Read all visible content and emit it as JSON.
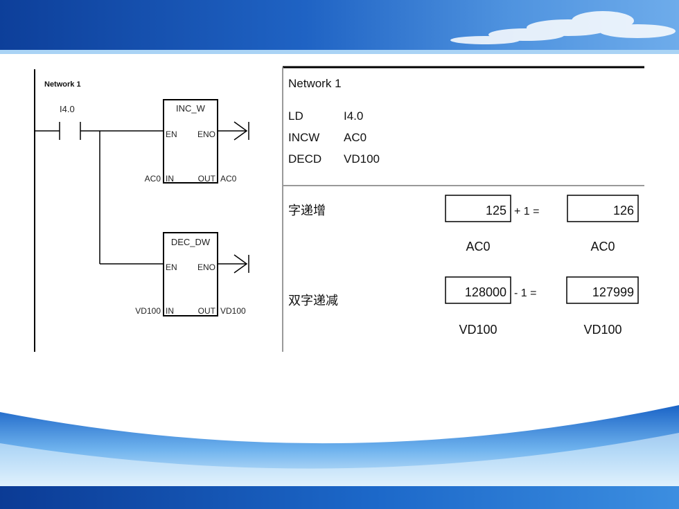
{
  "ladder": {
    "network_label": "Network 1",
    "contact_label": "I4.0",
    "box1": {
      "title": "INC_W",
      "en": "EN",
      "eno": "ENO",
      "in": "IN",
      "out": "OUT",
      "in_operand": "AC0",
      "out_operand": "AC0"
    },
    "box2": {
      "title": "DEC_DW",
      "en": "EN",
      "eno": "ENO",
      "in": "IN",
      "out": "OUT",
      "in_operand": "VD100",
      "out_operand": "VD100"
    }
  },
  "stl": {
    "network_label": "Network 1",
    "lines": [
      {
        "op": "LD",
        "arg": "I4.0"
      },
      {
        "op": "INCW",
        "arg": "AC0"
      },
      {
        "op": "DECD",
        "arg": "VD100"
      }
    ]
  },
  "examples": [
    {
      "label": "字递增",
      "input": "125",
      "operator": "+ 1 =",
      "result": "126",
      "input_reg": "AC0",
      "result_reg": "AC0"
    },
    {
      "label": "双字递减",
      "input": "128000",
      "operator": "- 1 =",
      "result": "127999",
      "input_reg": "VD100",
      "result_reg": "VD100"
    }
  ],
  "colors": {
    "banner": "#1f63c4",
    "cloud": "#ffffff",
    "wave_light": "#cfe7fb",
    "wave_dark": "#1c68c9"
  }
}
